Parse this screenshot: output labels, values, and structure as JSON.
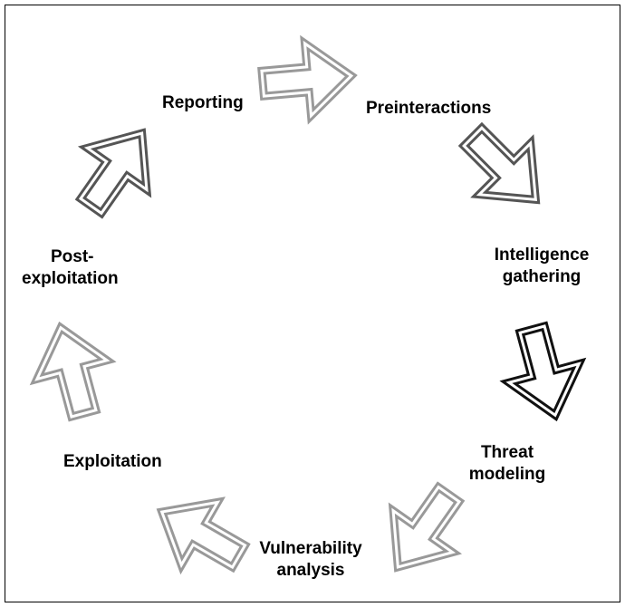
{
  "stages": [
    {
      "id": "preinteractions",
      "label": "Preinteractions"
    },
    {
      "id": "intelligence-gathering",
      "label": "Intelligence gathering"
    },
    {
      "id": "threat-modeling",
      "label": "Threat modeling"
    },
    {
      "id": "vulnerability-analysis",
      "label": "Vulnerability analysis"
    },
    {
      "id": "exploitation",
      "label": "Exploitation"
    },
    {
      "id": "post-exploitation",
      "label": "Post-exploitation"
    },
    {
      "id": "reporting",
      "label": "Reporting"
    }
  ],
  "labels": {
    "reporting": "Reporting",
    "preinteractions": "Preinteractions",
    "intelligence_1": "Intelligence",
    "intelligence_2": "gathering",
    "threat_1": "Threat",
    "threat_2": "modeling",
    "vuln_1": "Vulnerability",
    "vuln_2": "analysis",
    "exploitation": "Exploitation",
    "post_1": "Post-",
    "post_2": "exploitation"
  },
  "colors": {
    "active_arrow": "#111111",
    "dark_arrow": "#555555",
    "light_arrow": "#999999",
    "border": "#000000"
  },
  "highlighted_stage": "threat-modeling"
}
